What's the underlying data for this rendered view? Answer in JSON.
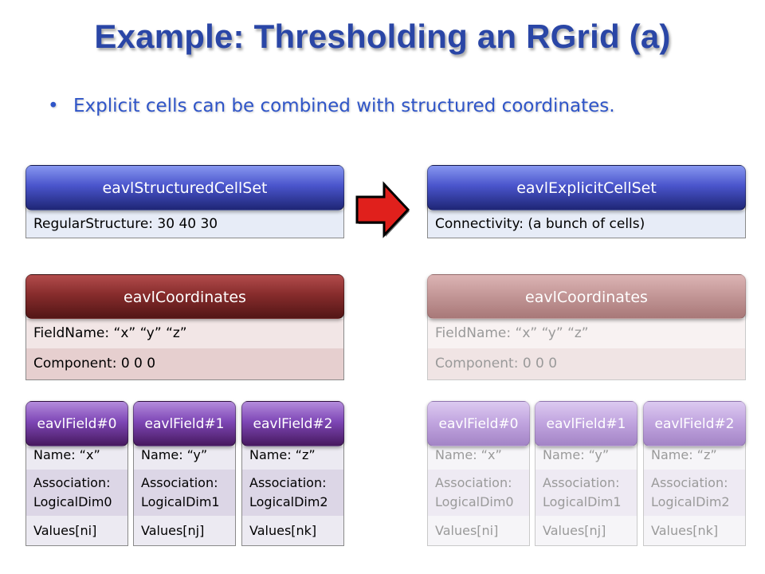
{
  "title": "Example: Thresholding an RGrid (a)",
  "bullet": "Explicit cells can be combined with structured coordinates.",
  "bullet_symbol": "•",
  "colors": {
    "title": "#2a46a6",
    "bullet": "#2f55c8",
    "arrow_fill": "#e0201c",
    "cellset_header": "#3a42b0",
    "coords_header": "#7a2828",
    "coords_header_faded": "#c09898",
    "field_header": "#6a3a9a",
    "field_header_faded": "#c0a6dc"
  },
  "left": {
    "cellset": {
      "header": "eavlStructuredCellSet",
      "rows": [
        "RegularStructure:  30 40 30"
      ]
    },
    "coords": {
      "header": "eavlCoordinates",
      "rows": [
        "FieldName: “x”  “y”  “z”",
        "Component: 0    0    0"
      ]
    },
    "fields": [
      {
        "header": "eavlField#0",
        "name": "Name: “x”",
        "assoc1": "Association:",
        "assoc2": "LogicalDim0",
        "values": "Values[ni]"
      },
      {
        "header": "eavlField#1",
        "name": "Name: “y”",
        "assoc1": "Association:",
        "assoc2": "LogicalDim1",
        "values": "Values[nj]"
      },
      {
        "header": "eavlField#2",
        "name": "Name: “z”",
        "assoc1": "Association:",
        "assoc2": "LogicalDim2",
        "values": "Values[nk]"
      }
    ]
  },
  "right": {
    "cellset": {
      "header": "eavlExplicitCellSet",
      "rows": [
        "Connectivity: (a bunch of cells)"
      ]
    },
    "coords": {
      "header": "eavlCoordinates",
      "rows": [
        "FieldName: “x”  “y”  “z”",
        "Component: 0    0    0"
      ]
    },
    "fields": [
      {
        "header": "eavlField#0",
        "name": "Name: “x”",
        "assoc1": "Association:",
        "assoc2": "LogicalDim0",
        "values": "Values[ni]"
      },
      {
        "header": "eavlField#1",
        "name": "Name: “y”",
        "assoc1": "Association:",
        "assoc2": "LogicalDim1",
        "values": "Values[nj]"
      },
      {
        "header": "eavlField#2",
        "name": "Name: “z”",
        "assoc1": "Association:",
        "assoc2": "LogicalDim2",
        "values": "Values[nk]"
      }
    ]
  }
}
